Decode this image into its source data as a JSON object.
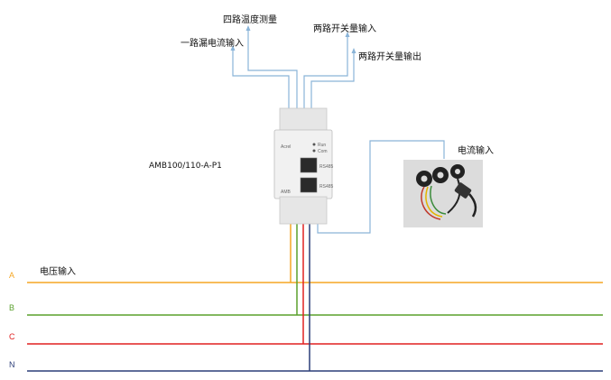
{
  "labels": {
    "four_temp": "四路温度测量",
    "one_leak": "一路漏电流输入",
    "two_switch_in": "两路开关量输入",
    "two_switch_out": "两路开关量输出",
    "current_in": "电流输入",
    "voltage_in": "电压输入",
    "model": "AMB100/110-A-P1"
  },
  "device": {
    "brand": "Acrel",
    "panel_label": "AMB",
    "port1": "RS485",
    "port2": "RS485",
    "led1": "Run",
    "led2": "Com"
  },
  "phases": [
    {
      "id": "A",
      "label": "A",
      "color": "#f5a623"
    },
    {
      "id": "B",
      "label": "B",
      "color": "#5aa02c"
    },
    {
      "id": "C",
      "label": "C",
      "color": "#e02020"
    },
    {
      "id": "N",
      "label": "N",
      "color": "#2c3e78"
    }
  ],
  "signal_color": "#8ab4d8"
}
